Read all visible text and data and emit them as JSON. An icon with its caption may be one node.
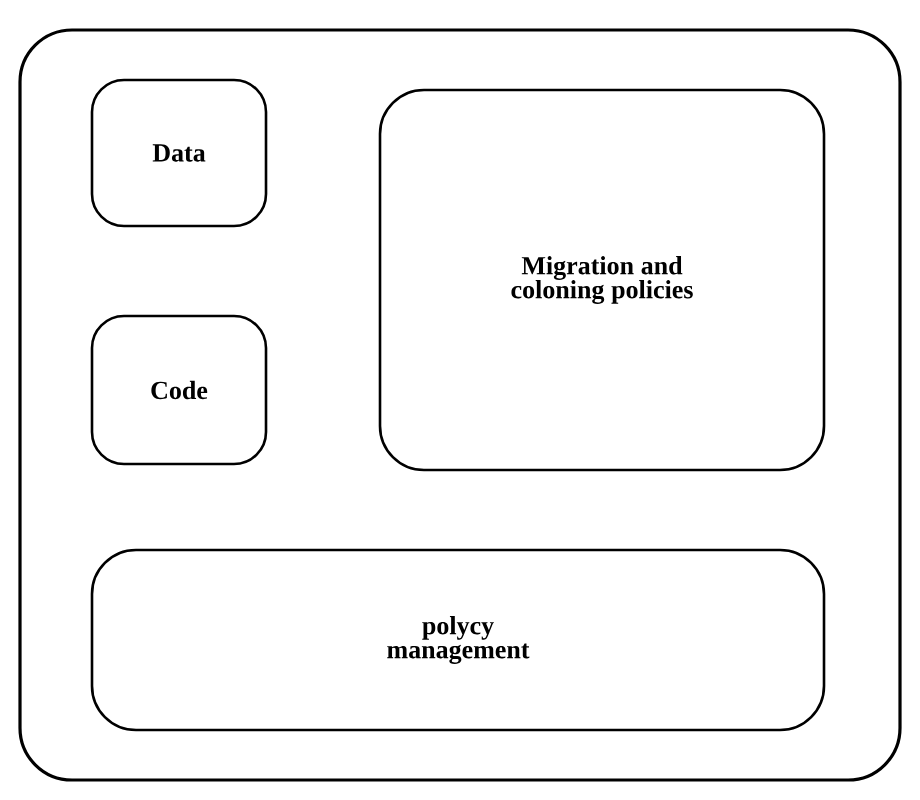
{
  "diagram": {
    "nodes": [
      {
        "text": [],
        "shape": "box"
      },
      {
        "text": [
          "Data"
        ],
        "in": 0
      },
      {
        "text": [
          "Code"
        ],
        "in": 0
      },
      {
        "text": [
          "Migration and coloning policies"
        ],
        "in": 0
      },
      {
        "text": [
          "polycy management"
        ],
        "in": 0
      }
    ]
  }
}
